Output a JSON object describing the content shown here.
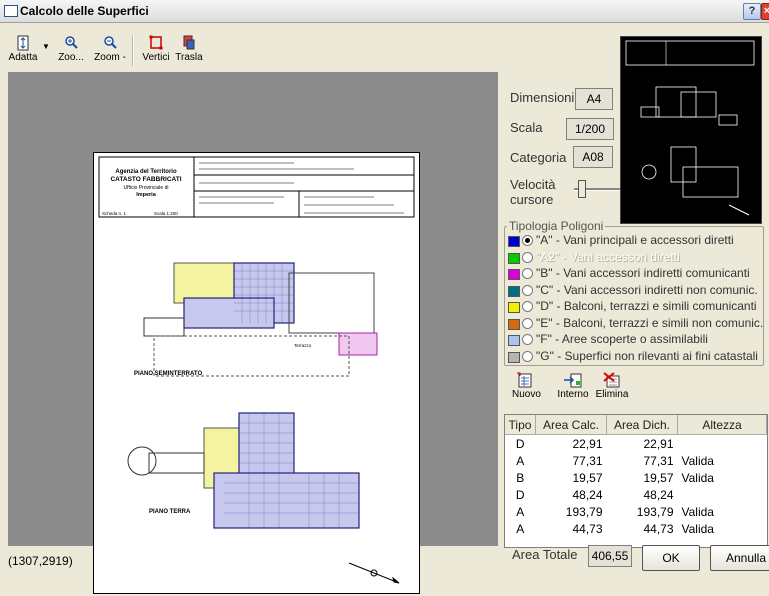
{
  "window": {
    "title": "Calcolo delle Superfici",
    "help": "?",
    "close": "×"
  },
  "toolbar": {
    "adatta": "Adatta",
    "zoom_in": "Zoo...",
    "zoom_out": "Zoom -",
    "vertici": "Vertici",
    "trasla": "Trasla"
  },
  "status": {
    "coords": "(1307,2919)"
  },
  "sheet": {
    "agency_line1": "Agenzia del Territorio",
    "agency_line2": "CATASTO FABBRICATI",
    "agency_line3": "Ufficio Provinciale di",
    "agency_line4": "Imperia",
    "scheda": "Scheda n. 1",
    "scala": "Scala 1:200",
    "plan_sem": "PIANO SEMINTERRATO",
    "plan_terra": "PIANO TERRA",
    "terrazzo": "Terrazzo"
  },
  "props": {
    "dimensioni_label": "Dimensioni",
    "dimensioni_value": "A4",
    "scala_label": "Scala",
    "scala_value": "1/200",
    "categoria_label": "Categoria",
    "categoria_value": "A08",
    "velocita_line1": "Velocità",
    "velocita_line2": "cursore",
    "velocita_level": 0.1
  },
  "tipologia": {
    "title": "Tipologia Poligoni",
    "items": [
      {
        "label": "\"A\" - Vani principali e accessori diretti",
        "color": "#0000cc",
        "selected": true,
        "disabled": false
      },
      {
        "label": "\"A2\" - Vani accessori diretti",
        "color": "#00cc00",
        "selected": false,
        "disabled": true
      },
      {
        "label": "\"B\" - Vani accessori indiretti comunicanti",
        "color": "#dd00dd",
        "selected": false,
        "disabled": false
      },
      {
        "label": "\"C\" - Vani accessori indiretti non comunic.",
        "color": "#006f7f",
        "selected": false,
        "disabled": false
      },
      {
        "label": "\"D\" - Balconi, terrazzi e simili comunicanti",
        "color": "#f2f200",
        "selected": false,
        "disabled": false
      },
      {
        "label": "\"E\" - Balconi, terrazzi e simili non comunic.",
        "color": "#d46a10",
        "selected": false,
        "disabled": false
      },
      {
        "label": "\"F\" - Aree scoperte o assimilabili",
        "color": "#a8c4f0",
        "selected": false,
        "disabled": false
      },
      {
        "label": "\"G\" - Superfici non rilevanti ai fini catastali",
        "color": "#b4b4b4",
        "selected": false,
        "disabled": false
      }
    ]
  },
  "actions": {
    "nuovo": "Nuovo",
    "interno": "Interno",
    "elimina": "Elimina"
  },
  "table": {
    "headers": [
      "Tipo",
      "Area Calc.",
      "Area Dich.",
      "Altezza"
    ],
    "rows": [
      [
        "D",
        "22,91",
        "22,91",
        ""
      ],
      [
        "A",
        "77,31",
        "77,31",
        "Valida"
      ],
      [
        "B",
        "19,57",
        "19,57",
        "Valida"
      ],
      [
        "D",
        "48,24",
        "48,24",
        ""
      ],
      [
        "A",
        "193,79",
        "193,79",
        "Valida"
      ],
      [
        "A",
        "44,73",
        "44,73",
        "Valida"
      ]
    ]
  },
  "footer": {
    "area_label": "Area Totale",
    "area_value": "406,55",
    "ok": "OK",
    "annulla": "Annulla"
  }
}
